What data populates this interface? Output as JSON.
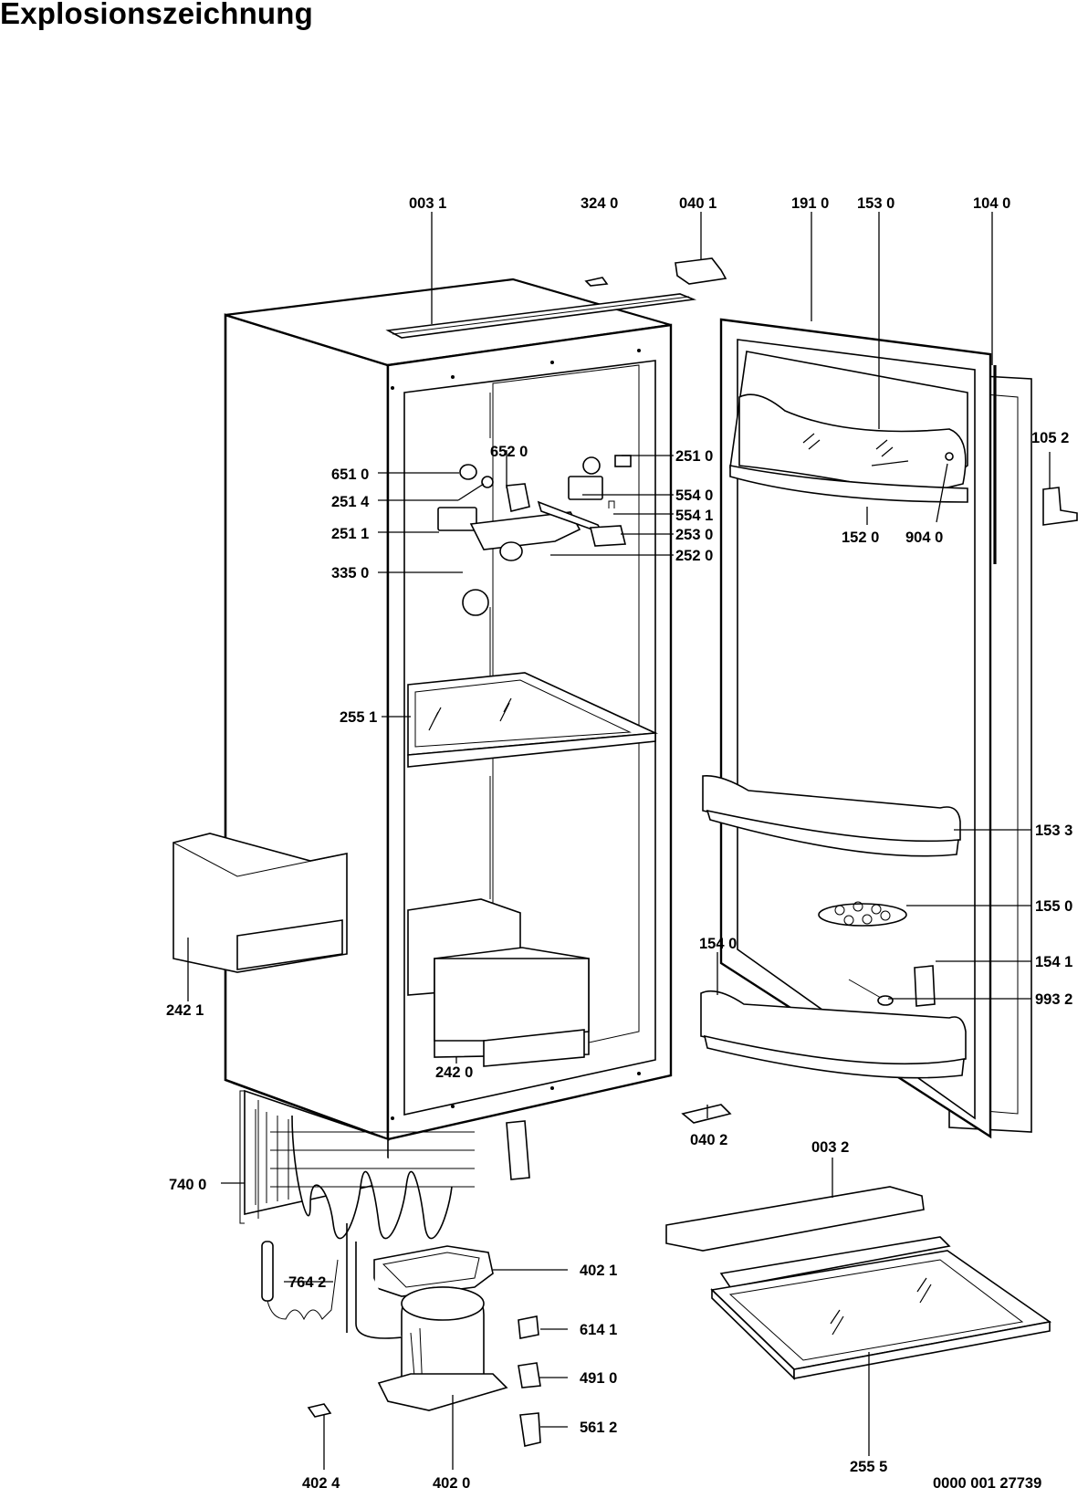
{
  "title": "Explosionszeichnung",
  "drawing_number": "0000 001 27739",
  "parts": [
    {
      "id": "003-1",
      "label": "003 1"
    },
    {
      "id": "324-0",
      "label": "324 0"
    },
    {
      "id": "040-1",
      "label": "040 1"
    },
    {
      "id": "191-0",
      "label": "191 0"
    },
    {
      "id": "153-0",
      "label": "153 0"
    },
    {
      "id": "104-0",
      "label": "104 0"
    },
    {
      "id": "105-2",
      "label": "105 2"
    },
    {
      "id": "652-0",
      "label": "652 0"
    },
    {
      "id": "651-0",
      "label": "651 0"
    },
    {
      "id": "251-4",
      "label": "251 4"
    },
    {
      "id": "251-1",
      "label": "251 1"
    },
    {
      "id": "335-0",
      "label": "335 0"
    },
    {
      "id": "251-0",
      "label": "251 0"
    },
    {
      "id": "554-0",
      "label": "554 0"
    },
    {
      "id": "554-1",
      "label": "554 1"
    },
    {
      "id": "253-0",
      "label": "253 0"
    },
    {
      "id": "252-0",
      "label": "252 0"
    },
    {
      "id": "152-0",
      "label": "152 0"
    },
    {
      "id": "904-0",
      "label": "904 0"
    },
    {
      "id": "255-1",
      "label": "255 1"
    },
    {
      "id": "153-3",
      "label": "153 3"
    },
    {
      "id": "155-0",
      "label": "155 0"
    },
    {
      "id": "154-0",
      "label": "154 0"
    },
    {
      "id": "154-1",
      "label": "154 1"
    },
    {
      "id": "993-2",
      "label": "993 2"
    },
    {
      "id": "242-1",
      "label": "242 1"
    },
    {
      "id": "242-0",
      "label": "242 0"
    },
    {
      "id": "040-2",
      "label": "040 2"
    },
    {
      "id": "003-2",
      "label": "003 2"
    },
    {
      "id": "740-0",
      "label": "740 0"
    },
    {
      "id": "402-1",
      "label": "402 1"
    },
    {
      "id": "764-2",
      "label": "764 2"
    },
    {
      "id": "614-1",
      "label": "614 1"
    },
    {
      "id": "491-0",
      "label": "491 0"
    },
    {
      "id": "561-2",
      "label": "561 2"
    },
    {
      "id": "255-5",
      "label": "255 5"
    },
    {
      "id": "402-4",
      "label": "402 4"
    },
    {
      "id": "402-0",
      "label": "402 0"
    }
  ]
}
